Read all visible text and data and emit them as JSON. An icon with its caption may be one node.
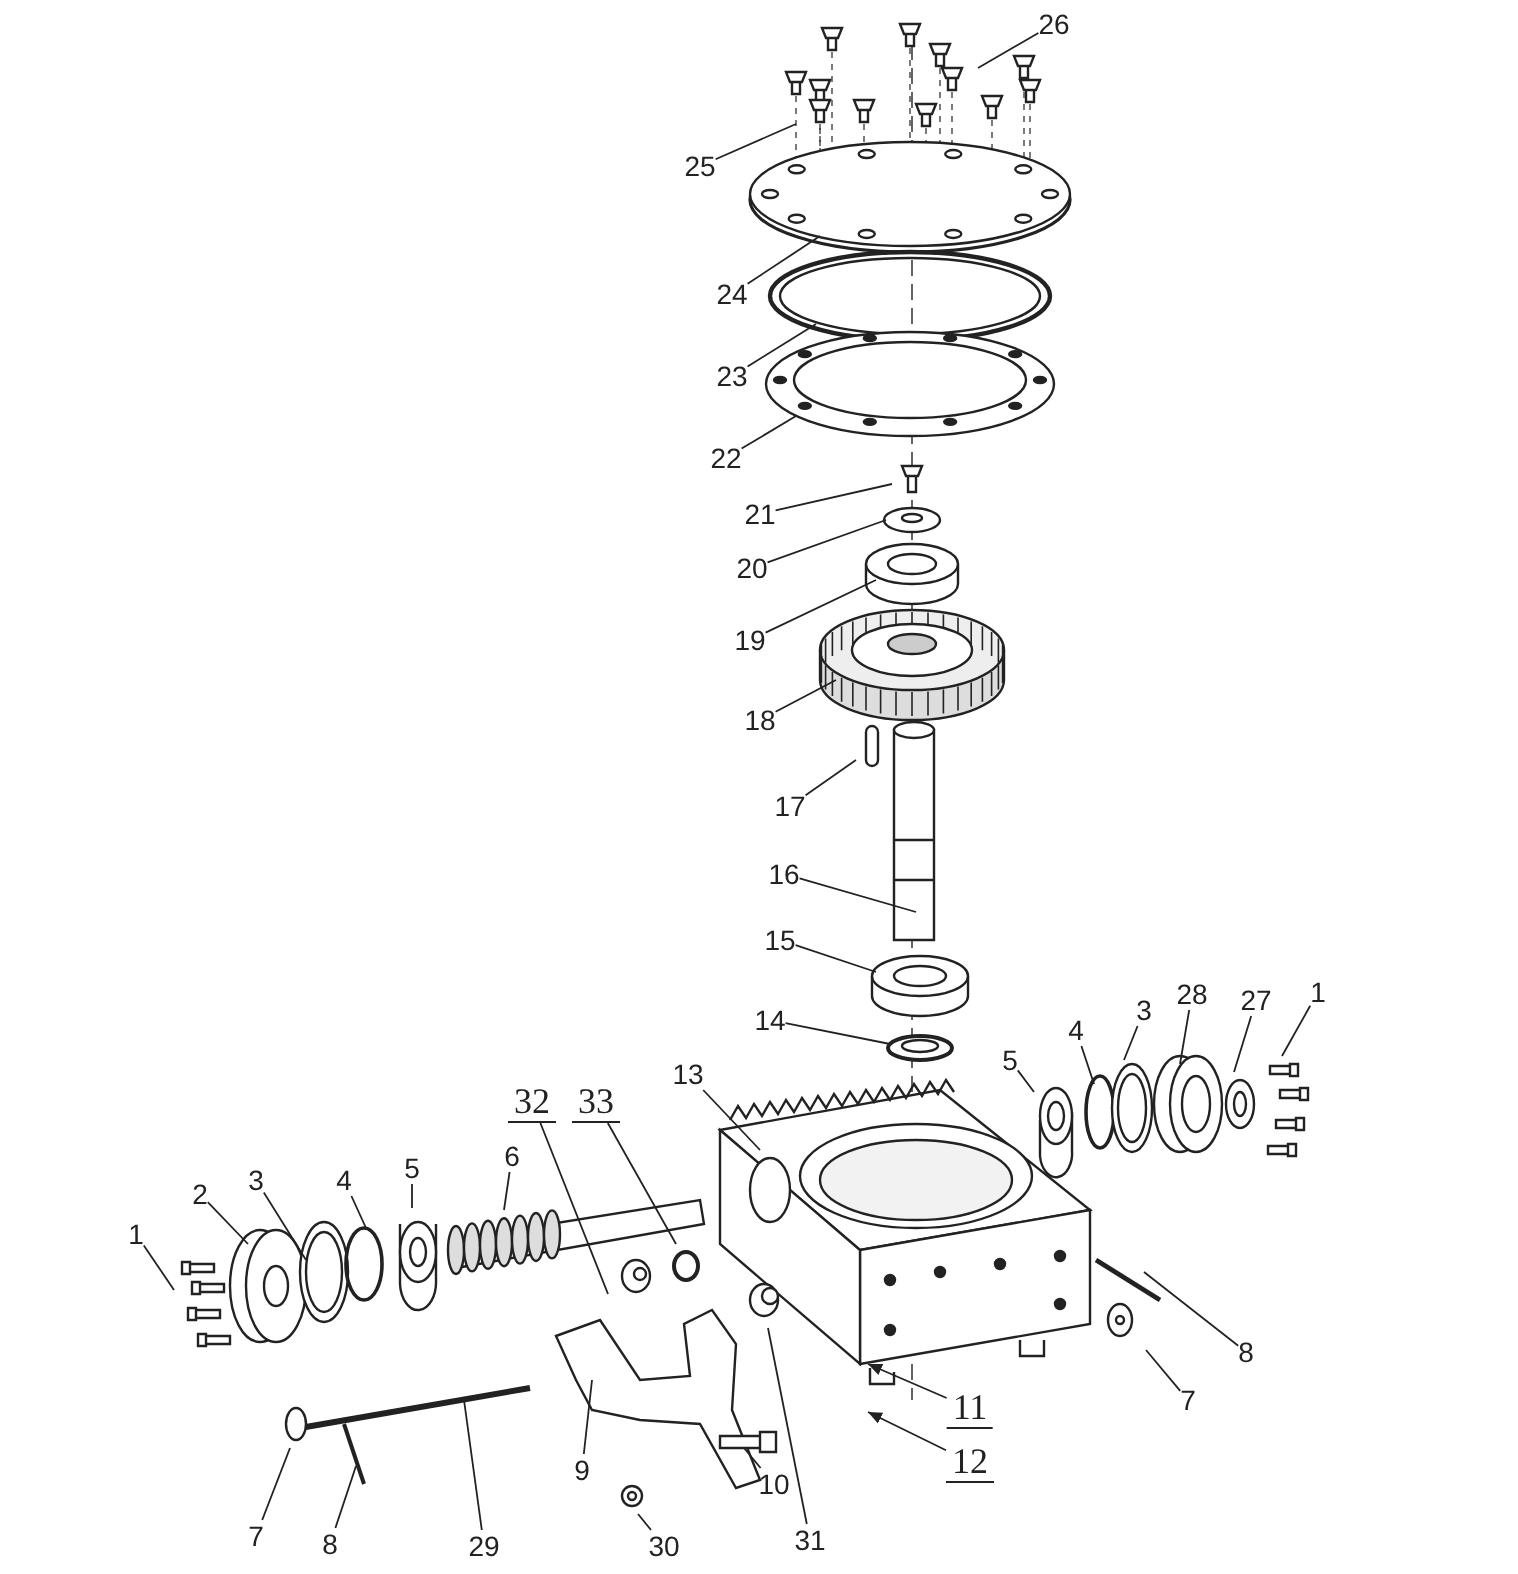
{
  "diagram": {
    "nodes": [
      {
        "text": [
          "26"
        ]
      },
      {
        "text": [
          "25"
        ]
      },
      {
        "text": [
          "24"
        ]
      },
      {
        "text": [
          "23"
        ]
      },
      {
        "text": [
          "22"
        ]
      },
      {
        "text": [
          "21"
        ]
      },
      {
        "text": [
          "20"
        ]
      },
      {
        "text": [
          "19"
        ]
      },
      {
        "text": [
          "18"
        ]
      },
      {
        "text": [
          "17"
        ]
      },
      {
        "text": [
          "16"
        ]
      },
      {
        "text": [
          "15"
        ]
      },
      {
        "text": [
          "14"
        ]
      },
      {
        "text": [
          "1"
        ]
      },
      {
        "text": [
          "27"
        ]
      },
      {
        "text": [
          "28"
        ]
      },
      {
        "text": [
          "3"
        ]
      },
      {
        "text": [
          "4"
        ]
      },
      {
        "text": [
          "5"
        ]
      },
      {
        "text": [
          "13"
        ]
      },
      {
        "text": [
          "32"
        ]
      },
      {
        "text": [
          "33"
        ]
      },
      {
        "text": [
          "6"
        ]
      },
      {
        "text": [
          "2"
        ]
      },
      {
        "text": [
          "3"
        ]
      },
      {
        "text": [
          "4"
        ]
      },
      {
        "text": [
          "5"
        ]
      },
      {
        "text": [
          "1"
        ]
      },
      {
        "text": [
          "8"
        ]
      },
      {
        "text": [
          "7"
        ]
      },
      {
        "text": [
          "11"
        ]
      },
      {
        "text": [
          "12"
        ]
      },
      {
        "text": [
          "9"
        ]
      },
      {
        "text": [
          "10"
        ]
      },
      {
        "text": [
          "31"
        ]
      },
      {
        "text": [
          "30"
        ]
      },
      {
        "text": [
          "29"
        ]
      },
      {
        "text": [
          "8"
        ]
      },
      {
        "text": [
          "7"
        ]
      }
    ],
    "edges": [
      {
        "from": 0,
        "to": null,
        "arrow": "none"
      },
      {
        "from": 1,
        "to": null,
        "arrow": "none"
      },
      {
        "from": 2,
        "to": null,
        "arrow": "none"
      },
      {
        "from": 3,
        "to": null,
        "arrow": "none"
      },
      {
        "from": 4,
        "to": null,
        "arrow": "none"
      },
      {
        "from": 5,
        "to": null,
        "arrow": "none"
      },
      {
        "from": 6,
        "to": null,
        "arrow": "none"
      },
      {
        "from": 7,
        "to": null,
        "arrow": "none"
      },
      {
        "from": 8,
        "to": null,
        "arrow": "none"
      },
      {
        "from": 9,
        "to": null,
        "arrow": "none"
      },
      {
        "from": 10,
        "to": null,
        "arrow": "none"
      },
      {
        "from": 11,
        "to": null,
        "arrow": "none"
      },
      {
        "from": 12,
        "to": null,
        "arrow": "none"
      },
      {
        "from": 13,
        "to": null,
        "arrow": "none"
      },
      {
        "from": 14,
        "to": null,
        "arrow": "none"
      },
      {
        "from": 15,
        "to": null,
        "arrow": "none"
      },
      {
        "from": 16,
        "to": null,
        "arrow": "none"
      },
      {
        "from": 17,
        "to": null,
        "arrow": "none"
      },
      {
        "from": 18,
        "to": null,
        "arrow": "none"
      },
      {
        "from": 19,
        "to": null,
        "arrow": "none"
      },
      {
        "from": 20,
        "to": null,
        "arrow": "none"
      },
      {
        "from": 21,
        "to": null,
        "arrow": "none"
      },
      {
        "from": 22,
        "to": null,
        "arrow": "none"
      },
      {
        "from": 23,
        "to": null,
        "arrow": "none"
      },
      {
        "from": 24,
        "to": null,
        "arrow": "none"
      },
      {
        "from": 25,
        "to": null,
        "arrow": "none"
      },
      {
        "from": 26,
        "to": null,
        "arrow": "none"
      },
      {
        "from": 27,
        "to": null,
        "arrow": "none"
      },
      {
        "from": 28,
        "to": null,
        "arrow": "none"
      },
      {
        "from": 29,
        "to": null,
        "arrow": "none"
      },
      {
        "from": 30,
        "to": null,
        "arrow": "to"
      },
      {
        "from": 31,
        "to": null,
        "arrow": "to"
      },
      {
        "from": 32,
        "to": null,
        "arrow": "none"
      },
      {
        "from": 33,
        "to": null,
        "arrow": "none"
      },
      {
        "from": 34,
        "to": null,
        "arrow": "none"
      },
      {
        "from": 35,
        "to": null,
        "arrow": "none"
      },
      {
        "from": 36,
        "to": null,
        "arrow": "none"
      },
      {
        "from": 37,
        "to": null,
        "arrow": "none"
      },
      {
        "from": 38,
        "to": null,
        "arrow": "none"
      }
    ]
  }
}
